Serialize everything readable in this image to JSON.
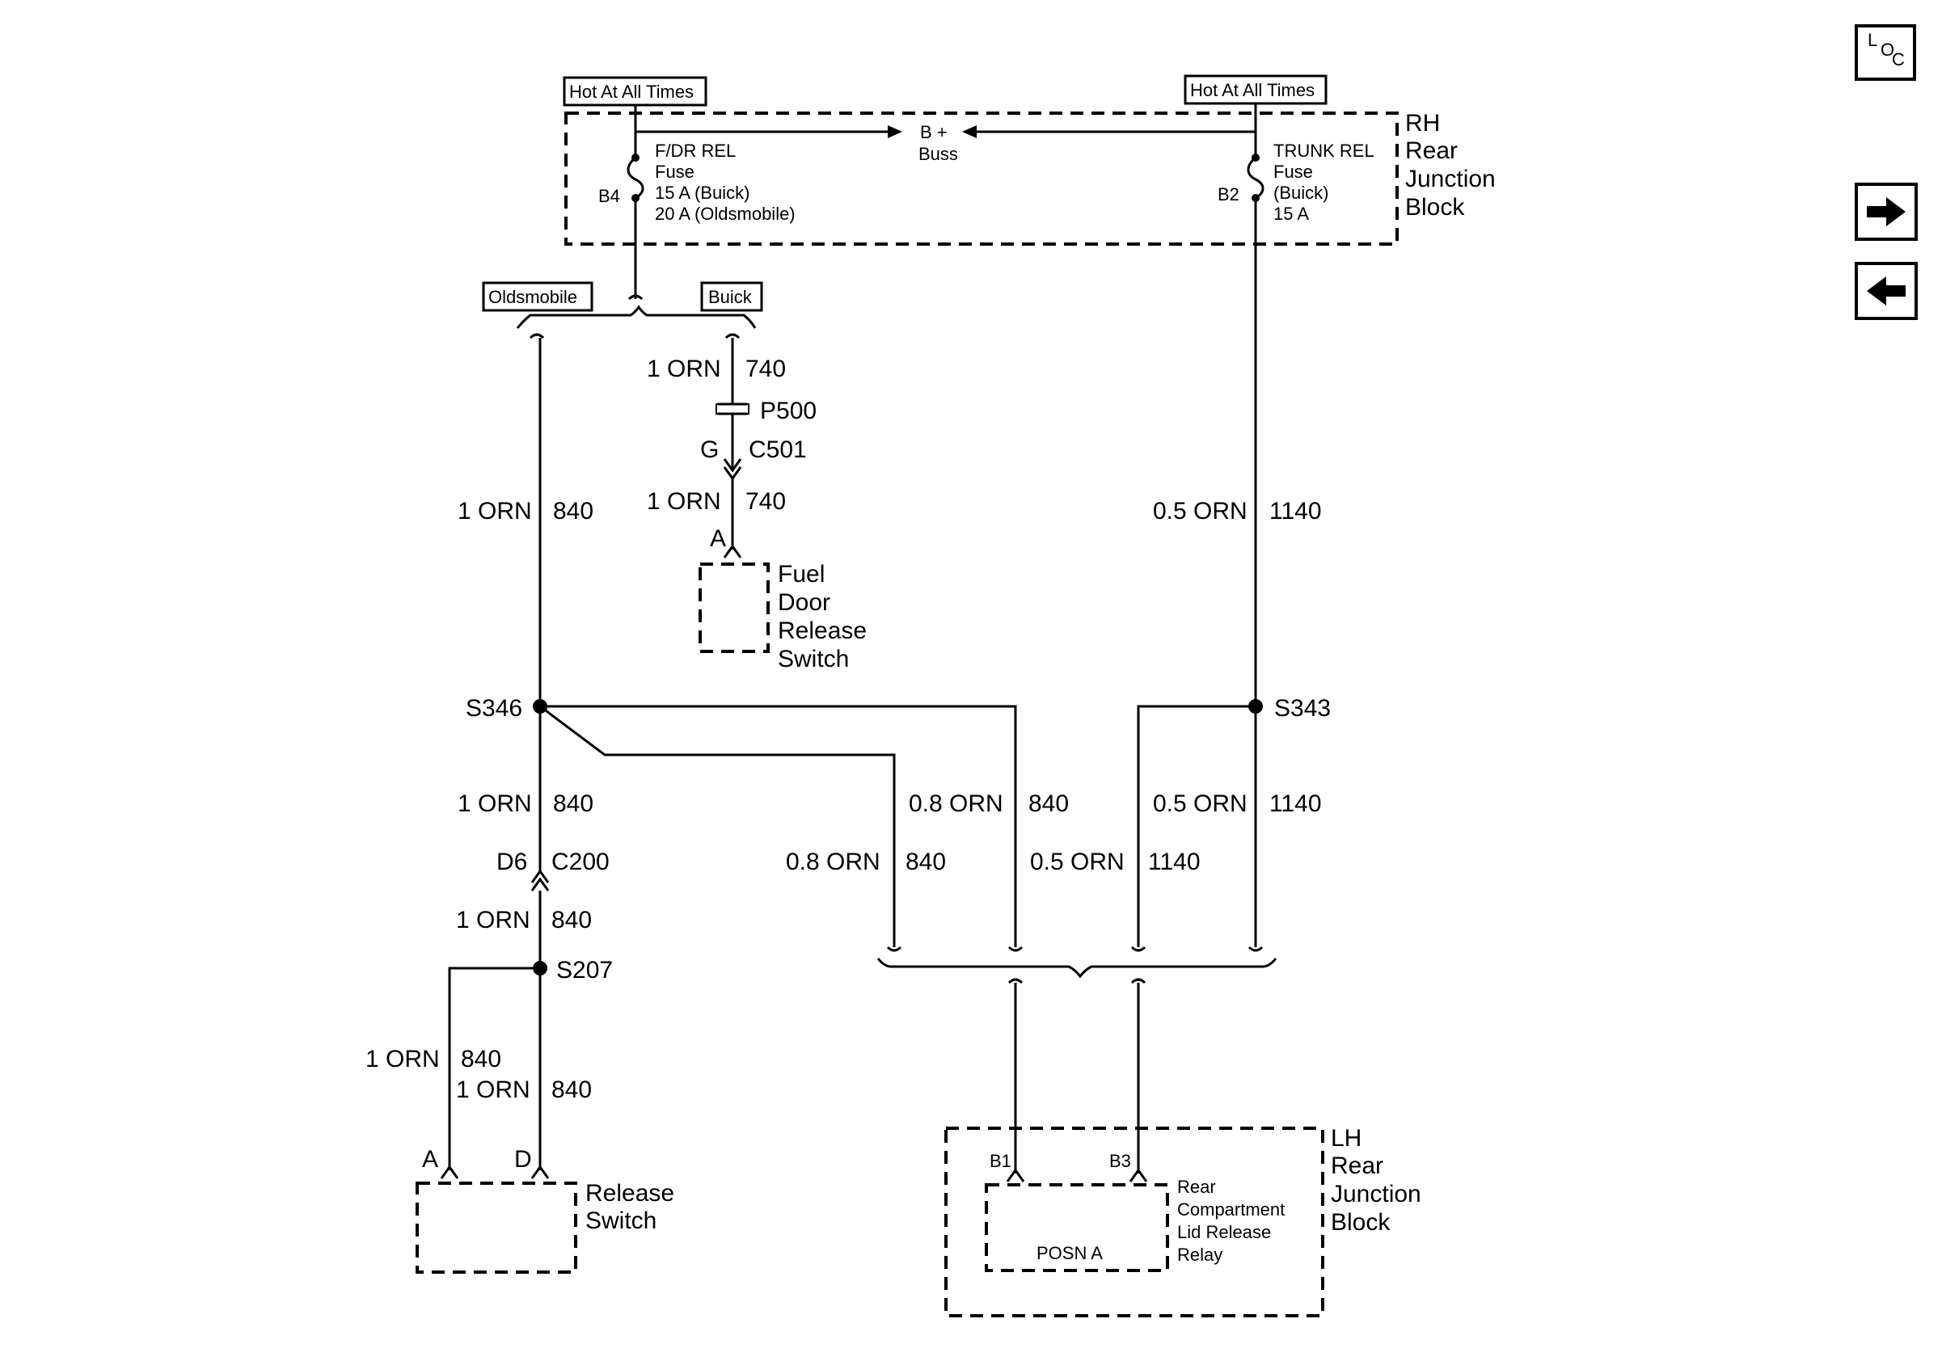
{
  "nav": {
    "loc_l": "L",
    "loc_o": "O",
    "loc_c": "C"
  },
  "top": {
    "hot_left": "Hot At All Times",
    "hot_right": "Hot At All Times",
    "bplus": "B +",
    "buss": "Buss",
    "rh_block": [
      "RH",
      "Rear",
      "Junction",
      "Block"
    ],
    "fuse_left": {
      "pin": "B4",
      "lines": [
        "F/DR REL",
        "Fuse",
        "15 A (Buick)",
        "20 A (Oldsmobile)"
      ]
    },
    "fuse_right": {
      "pin": "B2",
      "lines": [
        "TRUNK REL",
        "Fuse",
        "(Buick)",
        "15 A"
      ]
    }
  },
  "branch": {
    "olds": "Oldsmobile",
    "buick": "Buick"
  },
  "fuel": {
    "w1_gauge": "1 ORN",
    "w1_circuit": "740",
    "p500": "P500",
    "pin_g": "G",
    "c501": "C501",
    "w2_gauge": "1 ORN",
    "w2_circuit": "740",
    "pin_a": "A",
    "switch": [
      "Fuel",
      "Door",
      "Release",
      "Switch"
    ]
  },
  "left": {
    "w_top_gauge": "1 ORN",
    "w_top_circuit": "840",
    "s346": "S346",
    "w_mid_gauge": "1 ORN",
    "w_mid_circuit": "840",
    "pin_d6": "D6",
    "c200": "C200",
    "w_low_gauge": "1 ORN",
    "w_low_circuit": "840",
    "s207": "S207",
    "wa_gauge": "1 ORN",
    "wa_circuit": "840",
    "wd_gauge": "1 ORN",
    "wd_circuit": "840",
    "pin_a": "A",
    "pin_d": "D",
    "switch": [
      "Release",
      "Switch"
    ]
  },
  "right": {
    "w_top_gauge": "0.5 ORN",
    "w_top_circuit": "1140",
    "s343": "S343",
    "w_mid_gauge": "0.5 ORN",
    "w_mid_circuit": "1140"
  },
  "center": {
    "w1_gauge": "0.8 ORN",
    "w1_circuit": "840",
    "w2_gauge": "0.8 ORN",
    "w2_circuit": "840",
    "w3_gauge": "0.5 ORN",
    "w3_circuit": "1140"
  },
  "lh": {
    "block": [
      "LH",
      "Rear",
      "Junction",
      "Block"
    ],
    "pin_b1": "B1",
    "pin_b3": "B3",
    "posn": "POSN A",
    "relay": [
      "Rear",
      "Compartment",
      "Lid Release",
      "Relay"
    ]
  }
}
